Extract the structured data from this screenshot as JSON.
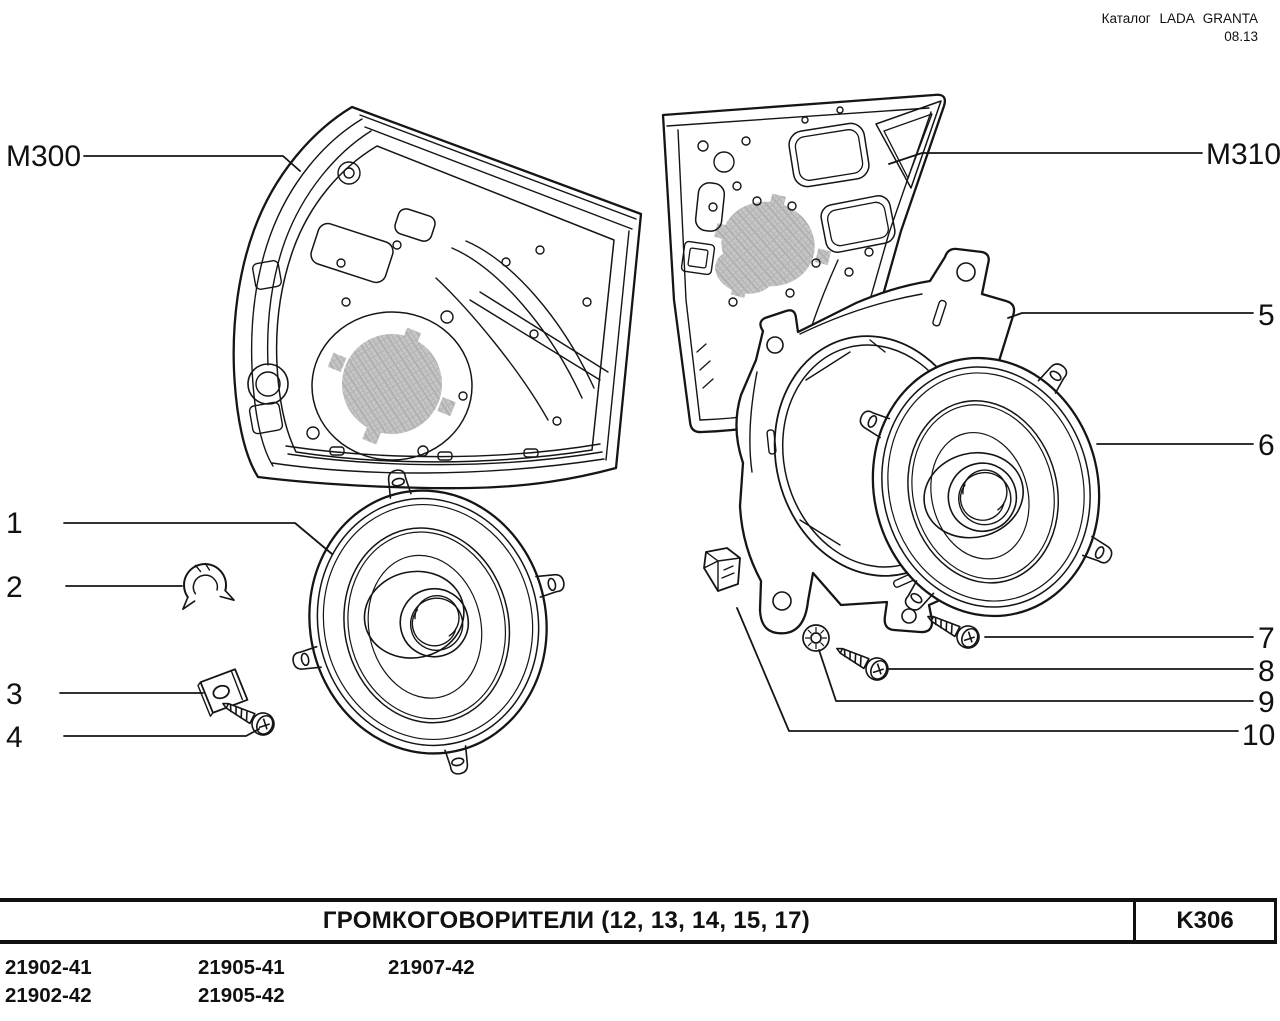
{
  "header": {
    "catalog_label": "Каталог LADA GRANTA",
    "edition_date": "08.13"
  },
  "callouts": {
    "m300": "M300",
    "m310": "M310",
    "n1": "1",
    "n2": "2",
    "n3": "3",
    "n4": "4",
    "n5": "5",
    "n6": "6",
    "n7": "7",
    "n8": "8",
    "n9": "9",
    "n10": "10"
  },
  "footer_table": {
    "title": "ГРОМКОГОВОРИТЕЛИ (12, 13, 14, 15, 17)",
    "page_code": "K306",
    "part_numbers": [
      [
        "21902-41",
        "21905-41",
        "21907-42"
      ],
      [
        "21902-42",
        "21905-42"
      ]
    ]
  },
  "colors": {
    "line": "#151515",
    "hatch_base": "#c6c6c6",
    "hatch_line": "#a9a9a9"
  }
}
